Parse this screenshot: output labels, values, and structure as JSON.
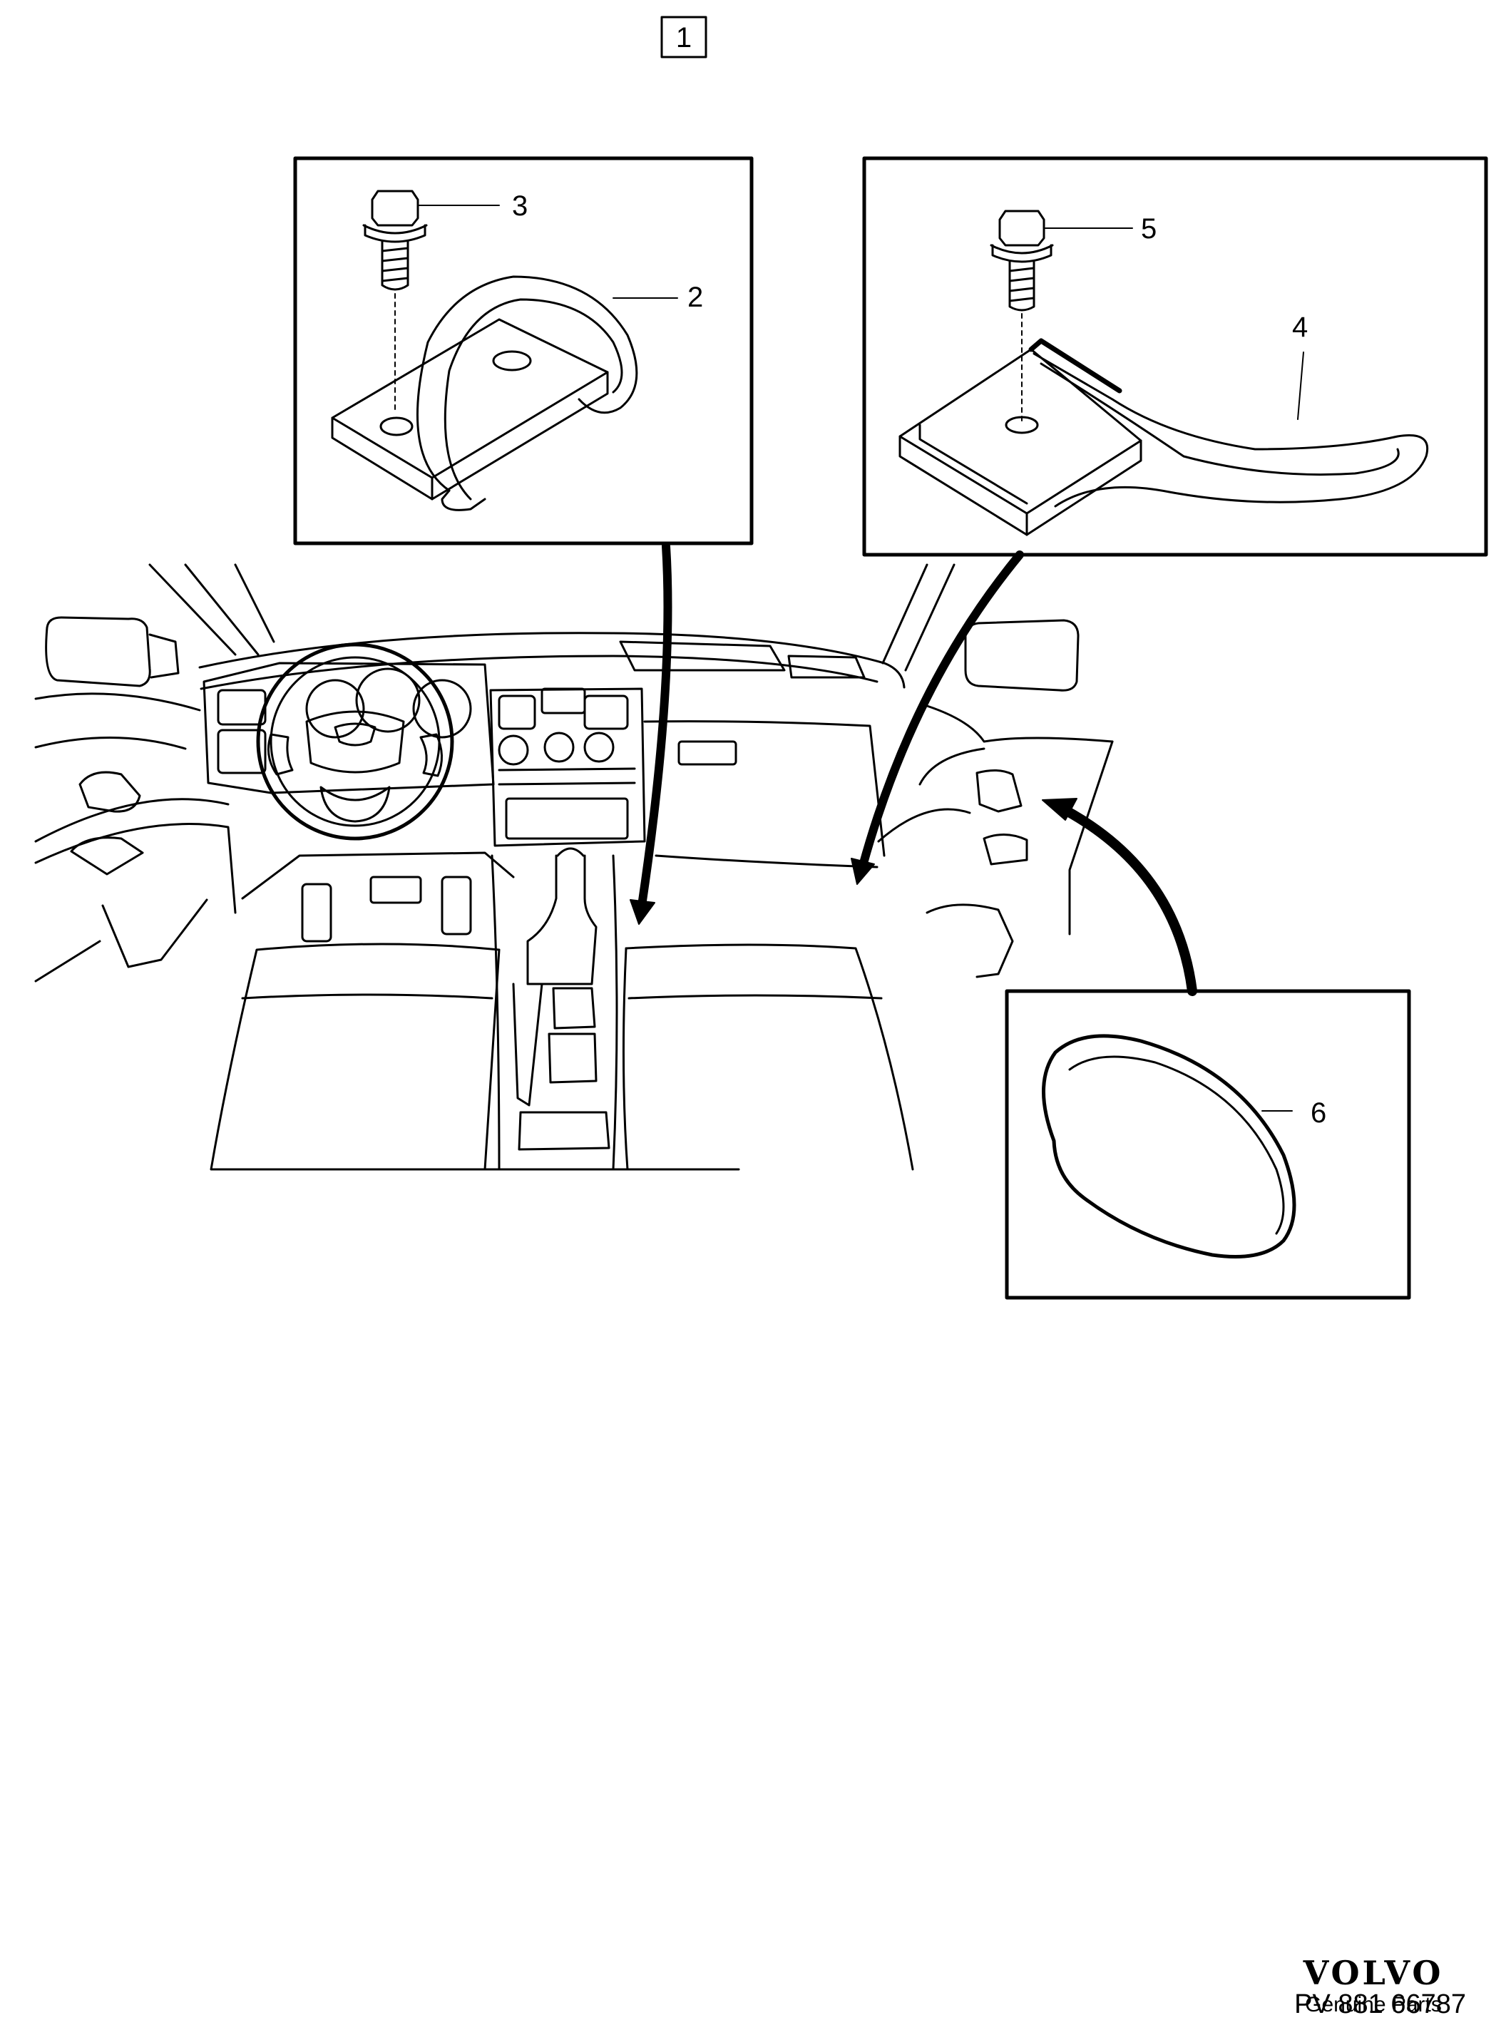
{
  "sheet": {
    "number": "1"
  },
  "callouts": {
    "c2": "2",
    "c3": "3",
    "c4": "4",
    "c5": "5",
    "c6": "6"
  },
  "brand": {
    "logo": "VOLVO",
    "subtitle": "Genuine Parts"
  },
  "reference": "PV 881 66787"
}
